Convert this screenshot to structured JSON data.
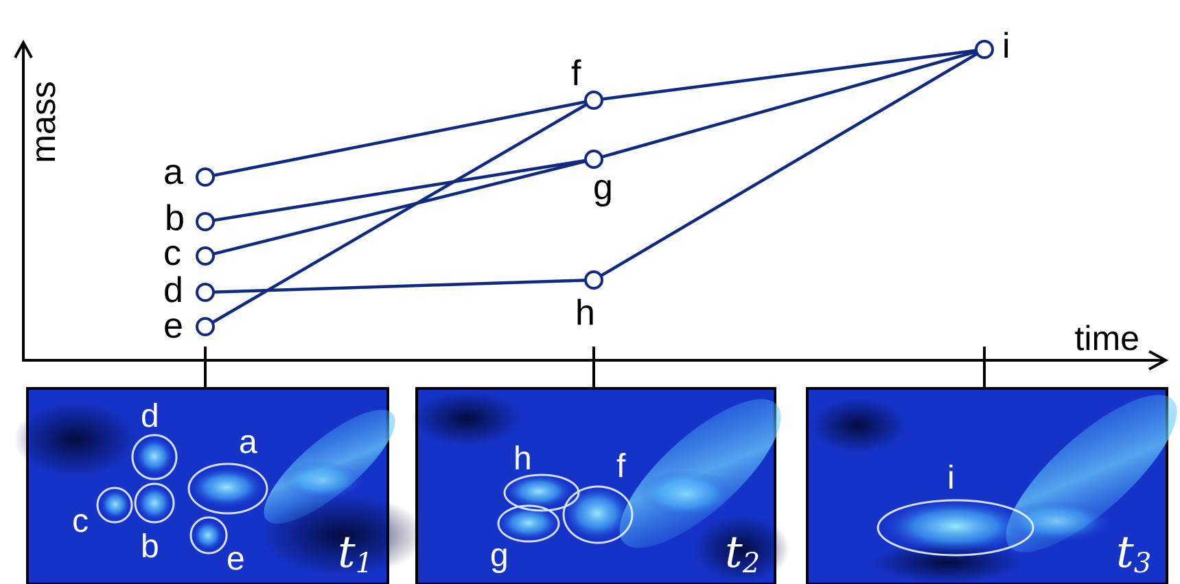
{
  "axes": {
    "y_label": "mass",
    "x_label": "time"
  },
  "nodes": [
    {
      "id": "a",
      "label": "a"
    },
    {
      "id": "b",
      "label": "b"
    },
    {
      "id": "c",
      "label": "c"
    },
    {
      "id": "d",
      "label": "d"
    },
    {
      "id": "e",
      "label": "e"
    },
    {
      "id": "f",
      "label": "f"
    },
    {
      "id": "g",
      "label": "g"
    },
    {
      "id": "h",
      "label": "h"
    },
    {
      "id": "i",
      "label": "i"
    }
  ],
  "edges": [
    {
      "from": "a",
      "to": "f"
    },
    {
      "from": "e",
      "to": "f"
    },
    {
      "from": "b",
      "to": "g"
    },
    {
      "from": "c",
      "to": "g"
    },
    {
      "from": "d",
      "to": "h"
    },
    {
      "from": "f",
      "to": "i"
    },
    {
      "from": "g",
      "to": "i"
    },
    {
      "from": "h",
      "to": "i"
    }
  ],
  "panels": [
    {
      "time_label": "t",
      "time_sub": "1",
      "regions": [
        "a",
        "b",
        "c",
        "d",
        "e"
      ]
    },
    {
      "time_label": "t",
      "time_sub": "2",
      "regions": [
        "f",
        "g",
        "h"
      ]
    },
    {
      "time_label": "t",
      "time_sub": "3",
      "regions": [
        "i"
      ]
    }
  ],
  "colors": {
    "line": "#0f2a80",
    "axis": "#000000",
    "panel_bg": "#1a3cd6",
    "highlight": "#6fd4ff"
  }
}
